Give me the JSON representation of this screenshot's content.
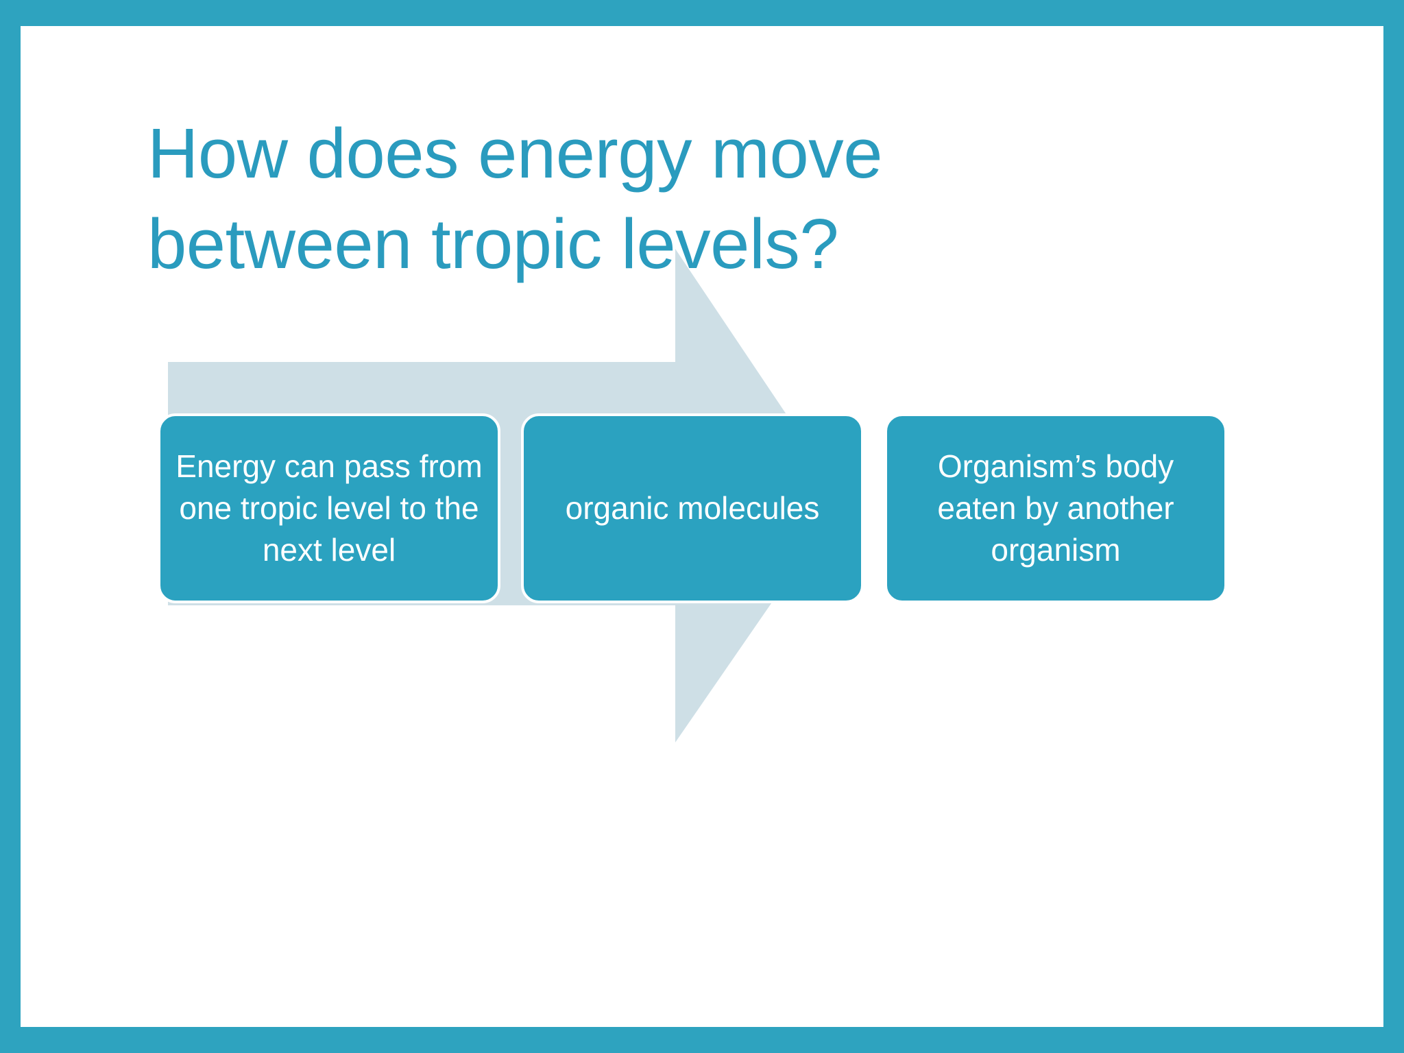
{
  "slide": {
    "title": "How does energy move\nbetween tropic levels?",
    "title_lines": [
      "How does energy move",
      "between tropic levels?"
    ],
    "colors": {
      "border_frame": "#2EA3BF",
      "slide_background": "#FFFFFF",
      "title_text": "#2A9BBE",
      "arrow_fill": "#CEDFE6",
      "box_fill": "#2BA2C0",
      "box_border": "#FFFFFF",
      "box_text": "#FFFFFF"
    },
    "diagram": {
      "type": "process-arrow",
      "arrow_direction": "right",
      "arrow_name": "right-pointing-block-arrow",
      "boxes": [
        {
          "text": "Energy can pass from one tropic level to the next level"
        },
        {
          "text": "organic molecules"
        },
        {
          "text": "Organism’s body eaten by another organism"
        }
      ]
    }
  }
}
